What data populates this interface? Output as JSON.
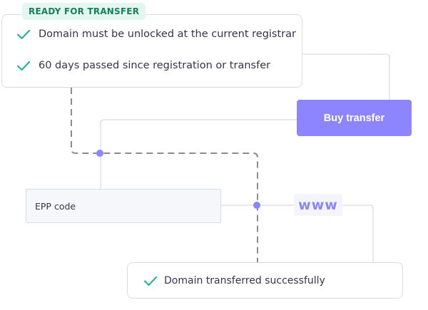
{
  "badge": {
    "label": "READY FOR TRANSFER"
  },
  "requirements": [
    {
      "icon": "check-icon",
      "text": "Domain must be unlocked at the current registrar"
    },
    {
      "icon": "check-icon",
      "text": "60 days passed since registration or transfer"
    }
  ],
  "buy_button": {
    "label": "Buy transfer"
  },
  "epp": {
    "label": "EPP code"
  },
  "www": {
    "label": "www"
  },
  "result": {
    "icon": "check-icon",
    "text": "Domain transferred successfully"
  },
  "colors": {
    "accent": "#8c85ff",
    "success": "#2bb38a",
    "badge_bg": "#e3f6ef",
    "badge_text": "#17805a",
    "dashed_line": "#8a8a9a",
    "connector": "#dadce3"
  }
}
